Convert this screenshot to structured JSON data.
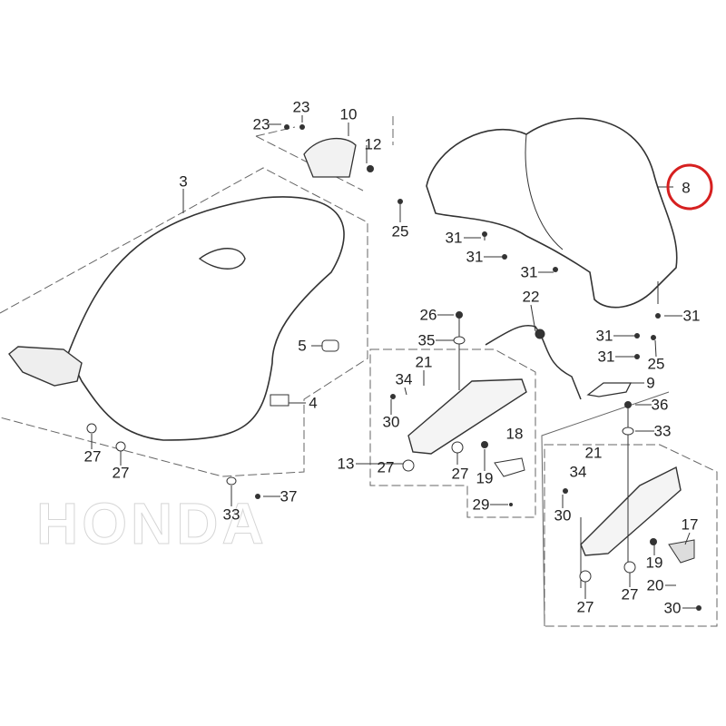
{
  "diagram": {
    "watermark": "HONDA",
    "highlight_color": "#d62020",
    "highlighted_part": "8",
    "callouts": [
      "23",
      "23",
      "10",
      "12",
      "25",
      "3",
      "8",
      "31",
      "31",
      "31",
      "22",
      "26",
      "35",
      "31",
      "31",
      "31",
      "25",
      "5",
      "21",
      "34",
      "9",
      "30",
      "4",
      "36",
      "33",
      "27",
      "27",
      "13",
      "27",
      "18",
      "27",
      "19",
      "21",
      "34",
      "29",
      "33",
      "37",
      "30",
      "17",
      "19",
      "20",
      "27",
      "27",
      "30"
    ]
  }
}
